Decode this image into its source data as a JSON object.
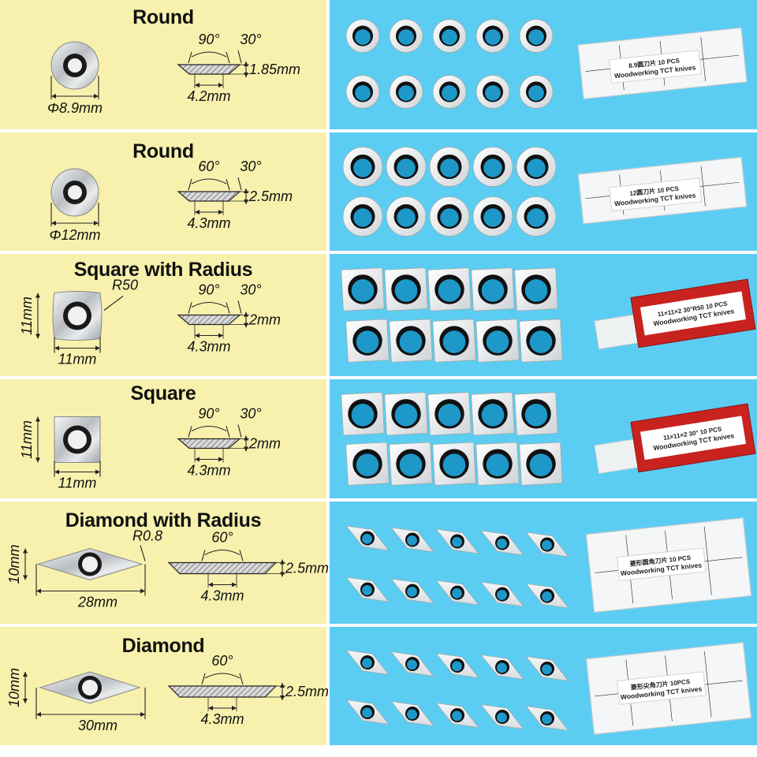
{
  "products": [
    {
      "id": "round-8-9",
      "shape": "round",
      "title": "Round",
      "diameter_label": "Φ8.9mm",
      "angle_label": "90°",
      "relief_label": "30°",
      "thickness_label": "1.85mm",
      "width_label": "4.2mm",
      "box_line1": "8.9圆刀片  10 PCS",
      "box_line2": "Woodworking TCT knives",
      "box_color": "white"
    },
    {
      "id": "round-12",
      "shape": "round",
      "title": "Round",
      "diameter_label": "Φ12mm",
      "angle_label": "60°",
      "relief_label": "30°",
      "thickness_label": "2.5mm",
      "width_label": "4.3mm",
      "box_line1": "12圆刀片  10 PCS",
      "box_line2": "Woodworking TCT knives",
      "box_color": "white"
    },
    {
      "id": "square-radius",
      "shape": "square-radius",
      "title": "Square with Radius",
      "height_label": "11mm",
      "side_label": "11mm",
      "radius_label": "R50",
      "angle_label": "90°",
      "relief_label": "30°",
      "thickness_label": "2mm",
      "width_label": "4.3mm",
      "box_line1": "11×11×2 30°R50  10 PCS",
      "box_line2": "Woodworking TCT knives",
      "box_color": "red"
    },
    {
      "id": "square",
      "shape": "square",
      "title": "Square",
      "height_label": "11mm",
      "side_label": "11mm",
      "angle_label": "90°",
      "relief_label": "30°",
      "thickness_label": "2mm",
      "width_label": "4.3mm",
      "box_line1": "11×11×2 30°  10 PCS",
      "box_line2": "Woodworking TCT knives",
      "box_color": "red"
    },
    {
      "id": "diamond-radius",
      "shape": "diamond-radius",
      "title": "Diamond with Radius",
      "height_label": "10mm",
      "length_label": "28mm",
      "radius_label": "R0.8",
      "angle_label": "60°",
      "thickness_label": "2.5mm",
      "width_label": "4.3mm",
      "box_line1": "菱形圆角刀片  10 PCS",
      "box_line2": "Woodworking TCT knives",
      "box_color": "white"
    },
    {
      "id": "diamond",
      "shape": "diamond",
      "title": "Diamond",
      "height_label": "10mm",
      "length_label": "30mm",
      "angle_label": "60°",
      "thickness_label": "2.5mm",
      "width_label": "4.3mm",
      "box_line1": "菱形尖角刀片  10PCS",
      "box_line2": "Woodworking TCT knives",
      "box_color": "white"
    }
  ],
  "colors": {
    "left_panel": "#f7f1ad",
    "right_panel": "#5ccdf2",
    "hole": "#1e98c9",
    "red_box": "#c8231f",
    "metal": "#d6d8da"
  }
}
